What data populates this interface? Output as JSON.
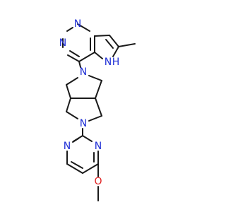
{
  "colors": {
    "bond": "#1a1a1a",
    "nitrogen": "#1f2fd6",
    "oxygen": "#e02020"
  },
  "atoms": [
    {
      "id": "n_pm_top",
      "element": "N",
      "label": "N"
    },
    {
      "id": "n_pm_left",
      "element": "N",
      "label": "N"
    },
    {
      "id": "n_pyrrole_h",
      "element": "N",
      "label": "N",
      "h_label": "H"
    },
    {
      "id": "n_bicyclic_top",
      "element": "N",
      "label": "N"
    },
    {
      "id": "n_bicyclic_bottom",
      "element": "N",
      "label": "N"
    },
    {
      "id": "n_mpym_left",
      "element": "N",
      "label": "N"
    },
    {
      "id": "n_mpym_right",
      "element": "N",
      "label": "N"
    },
    {
      "id": "o_methoxy",
      "element": "O",
      "label": "O"
    }
  ]
}
